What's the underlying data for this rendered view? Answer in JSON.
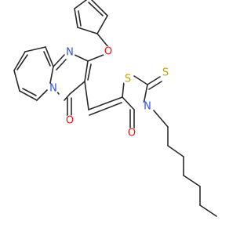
{
  "diagram": {
    "type": "skeletal-structure",
    "atoms": [
      {
        "id": "a1",
        "label": "N",
        "color": "#3050F8"
      },
      {
        "id": "a2",
        "label": "N",
        "color": "#3050F8"
      },
      {
        "id": "a3",
        "label": "O",
        "color": "#FF0D0D"
      },
      {
        "id": "a4",
        "label": "O",
        "color": "#FF0D0D"
      },
      {
        "id": "a5",
        "label": "S",
        "color": "#C8A000"
      },
      {
        "id": "a6",
        "label": "N",
        "color": "#3050F8"
      },
      {
        "id": "a7",
        "label": "S",
        "color": "#C8A000"
      },
      {
        "id": "a8",
        "label": "O",
        "color": "#FF0D0D"
      }
    ],
    "bond_color": "#2a2a2a"
  }
}
